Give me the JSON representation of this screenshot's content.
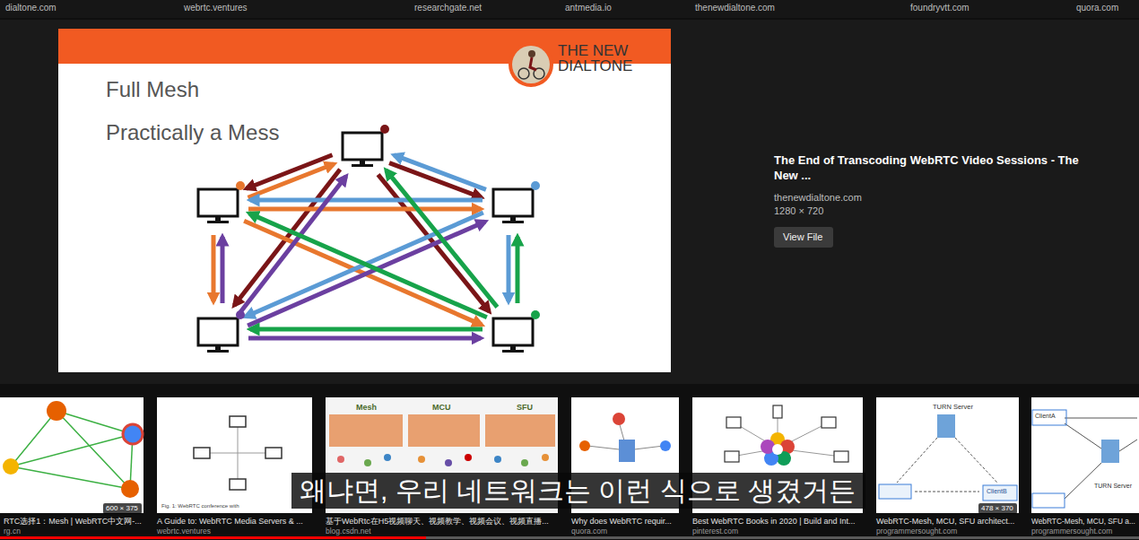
{
  "diagram": {
    "nodes": [
      {
        "text": [
          "Full Mesh",
          "Practically a Mess"
        ]
      },
      {
        "text": [
          "View File"
        ]
      },
      {
        "text": [
          "600 × 375"
        ]
      },
      {
        "text": [
          "왜냐면, 우리 네트워크는 이런 식으로 생겼거든"
        ]
      },
      {
        "text": [
          "478 × 370"
        ]
      }
    ],
    "labels": [
      "dialtone.com",
      "webrtc.ventures",
      "researchgate.net",
      "antmedia.io",
      "thenewdialtone.com",
      "foundryvtt.com",
      "quora.com",
      "THE NEW DIALTONE",
      "The End of Transcoding WebRTC Video Sessions - The New ...",
      "thenewdialtone.com",
      "1280 × 720",
      "Mesh",
      "MCU",
      "SFU",
      "TURN Server",
      "ClientA",
      "TURN Server",
      "ClientB",
      "Fig. 1: WebRTC conference with",
      "RTC选择1：Mesh | WebRTC中文网-...",
      "A Guide to: WebRTC Media Servers & ...",
      "基于WebRtc在H5视频聊天、视频教学、视频会议、视频直播...",
      "Why does WebRTC requir...",
      "Best WebRTC Books in 2020 | Build and Int...",
      "WebRTC-Mesh, MCU, SFU architect...",
      "WebRTC-Mesh, MCU, SFU a...",
      "rg.cn",
      "webrtc.ventures",
      "blog.csdn.net",
      "quora.com",
      "pinterest.com",
      "programmersought.com",
      "programmersought.com"
    ]
  }
}
